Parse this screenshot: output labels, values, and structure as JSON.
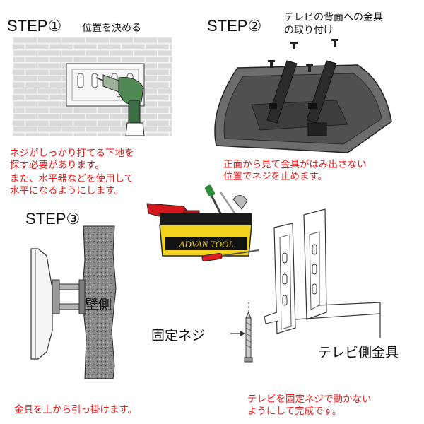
{
  "step1": {
    "title": "STEP①",
    "subtitle": "位置を決める",
    "note1_line1": "ネジがしっかり打てる下地を",
    "note1_line2": "探す必要があります。",
    "note2_line1": "また、水平器などを使用して",
    "note2_line2": "水平になるようにします。"
  },
  "step2": {
    "title": "STEP②",
    "subtitle_line1": "テレビの背面への金具",
    "subtitle_line2": "の取り付け",
    "note_line1": "正面から見て金具がはみ出さない",
    "note_line2": "位置でネジを止めます。"
  },
  "toolbox": {
    "brand": "ADVAN TOOL"
  },
  "step3": {
    "title": "STEP③",
    "wall_label": "壁側",
    "caption": "金具を上から引っ掛けます。"
  },
  "step4": {
    "screw_label": "固定ネジ",
    "bracket_label": "テレビ側金具",
    "caption_line1": "テレビを固定ネジで動かない",
    "caption_line2": "ようにして完成です。"
  },
  "colors": {
    "note_red": "#e01818",
    "brick_gray": "#d7d7d7",
    "tv_gray": "#6e6e6e",
    "toolbox_yellow": "#f2d21c"
  }
}
